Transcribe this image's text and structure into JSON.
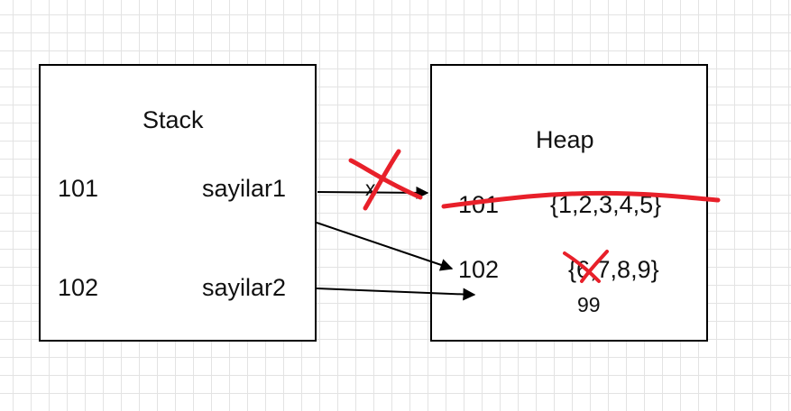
{
  "stack": {
    "title": "Stack",
    "rows": [
      {
        "address": "101",
        "name": "sayilar1"
      },
      {
        "address": "102",
        "name": "sayilar2"
      }
    ]
  },
  "heap": {
    "title": "Heap",
    "entries": [
      {
        "address": "101",
        "values": "{1,2,3,4,5}",
        "struck_through": true
      },
      {
        "address": "102",
        "values": "{6,7,8,9}",
        "struck_element": "6",
        "replacement_value": "99"
      }
    ]
  },
  "arrow_marker": "x",
  "colors": {
    "annotation": "#e8202a",
    "stroke": "#000000",
    "grid": "#e3e3e3"
  }
}
